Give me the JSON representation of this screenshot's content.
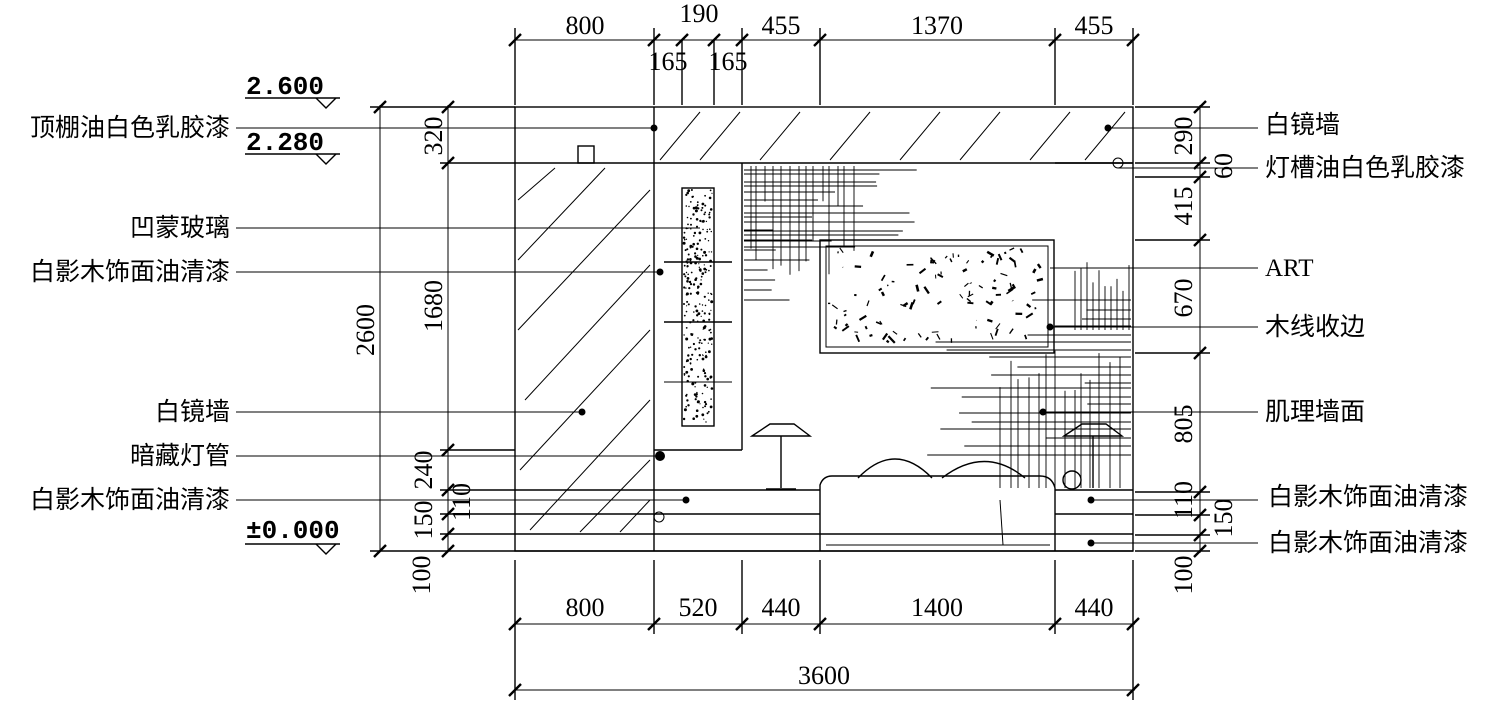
{
  "levels": {
    "top": "2.600",
    "ceiling": "2.280",
    "floor": "±0.000"
  },
  "dimensions": {
    "top_row": [
      "800",
      "190",
      "455",
      "1370",
      "455"
    ],
    "top_sub": [
      "165",
      "165"
    ],
    "bottom_row": [
      "800",
      "520",
      "440",
      "1400",
      "440"
    ],
    "total": "3600",
    "left_outer": "2600",
    "left_inner": [
      "320",
      "1680",
      "240",
      "150",
      "100"
    ],
    "left_small": "110",
    "right": [
      "290",
      "60",
      "415",
      "670",
      "805",
      "110",
      "150",
      "100"
    ]
  },
  "labels_left": [
    "顶棚油白色乳胶漆",
    "凹蒙玻璃",
    "白影木饰面油清漆",
    "白镜墙",
    "暗藏灯管",
    "白影木饰面油清漆"
  ],
  "labels_right": [
    "白镜墙",
    "灯槽油白色乳胶漆",
    "ART",
    "木线收边",
    "肌理墙面",
    "白影木饰面油清漆",
    "白影木饰面油清漆"
  ]
}
